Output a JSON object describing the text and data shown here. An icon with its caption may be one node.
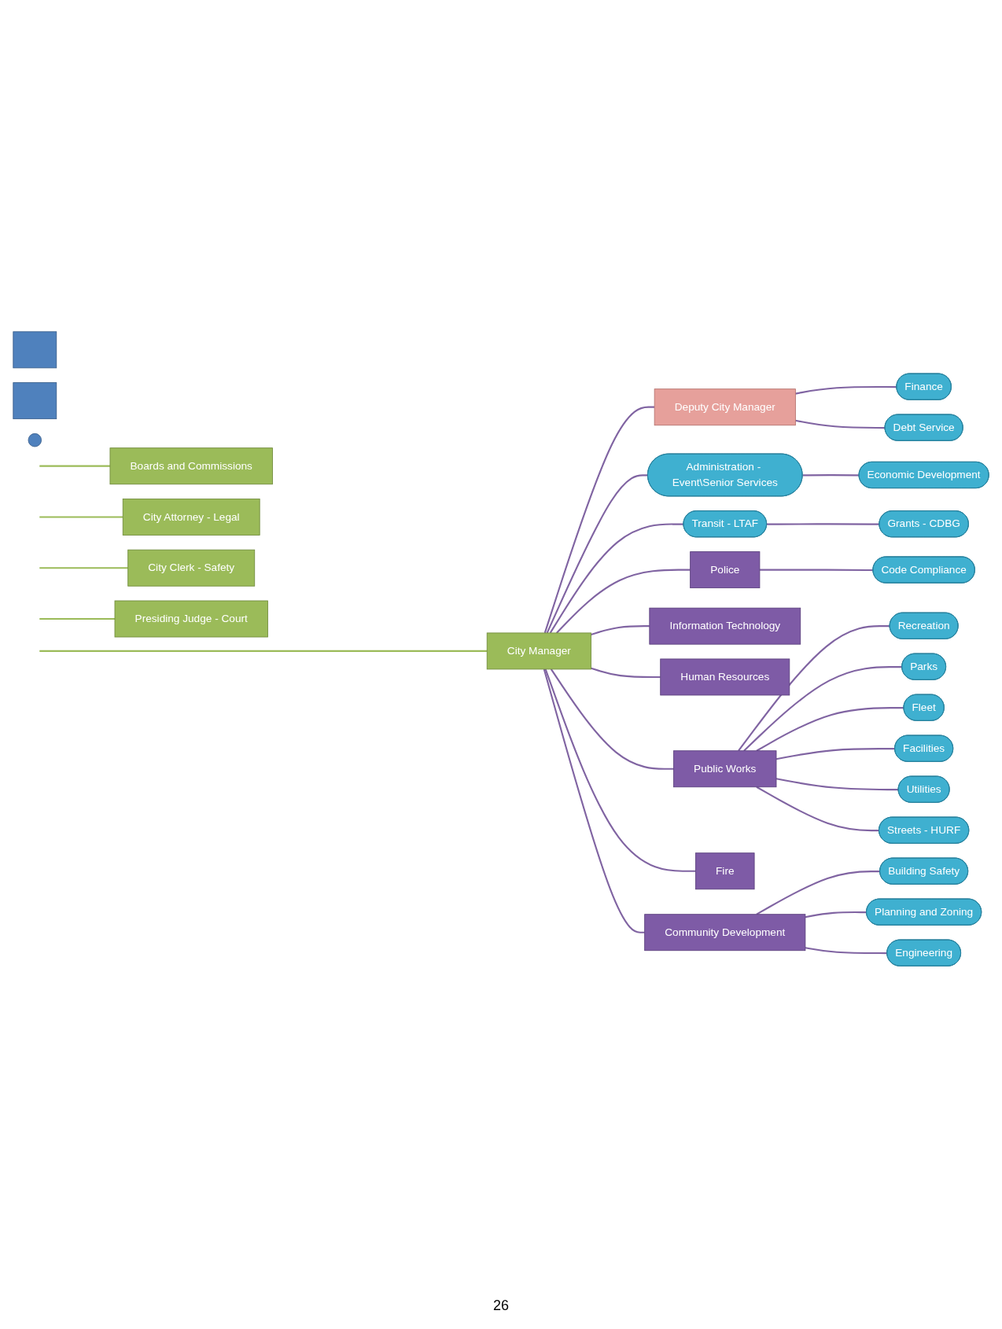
{
  "diagram": {
    "nodes": [
      {
        "text": [],
        "shape": "box"
      },
      {
        "text": [],
        "shape": "box"
      },
      {
        "text": [],
        "shape": "circle"
      },
      {
        "text": [
          "Boards and Commissions"
        ]
      },
      {
        "text": [
          "City Manager"
        ]
      },
      {
        "text": [
          "City Attorney - Legal"
        ]
      },
      {
        "text": [
          "City Clerk - Safety"
        ]
      },
      {
        "text": [
          "Presiding Judge - Court"
        ]
      },
      {
        "text": [
          "Deputy City Manager"
        ]
      },
      {
        "text": [
          "Finance"
        ]
      },
      {
        "text": [
          "Debt Service"
        ]
      },
      {
        "text": [
          "Administration - Event\\Senior Services"
        ]
      },
      {
        "text": [
          "Economic Development"
        ]
      },
      {
        "text": [
          "Transit - LTAF"
        ]
      },
      {
        "text": [
          "Grants - CDBG"
        ]
      },
      {
        "text": [
          "Police"
        ]
      },
      {
        "text": [
          "Code Compliance"
        ]
      },
      {
        "text": [
          "Information Technology"
        ]
      },
      {
        "text": [
          "Human Resources"
        ]
      },
      {
        "text": [
          "Public Works"
        ]
      },
      {
        "text": [
          "Recreation"
        ]
      },
      {
        "text": [
          "Parks"
        ]
      },
      {
        "text": [
          "Fleet"
        ]
      },
      {
        "text": [
          "Facilities"
        ]
      },
      {
        "text": [
          "Utilities"
        ]
      },
      {
        "text": [
          "Streets - HURF"
        ]
      },
      {
        "text": [
          "Fire"
        ]
      },
      {
        "text": [
          "Community Development"
        ]
      },
      {
        "text": [
          "Building Safety"
        ]
      },
      {
        "text": [
          "Planning and Zoning"
        ]
      },
      {
        "text": [
          "Engineering"
        ]
      }
    ],
    "edges": [
      {
        "from": null,
        "to": 3,
        "arrow": "none",
        "color": "#9bbb59"
      },
      {
        "from": null,
        "to": 4,
        "arrow": "none",
        "color": "#9bbb59"
      },
      {
        "from": null,
        "to": 5,
        "arrow": "none",
        "color": "#9bbb59"
      },
      {
        "from": null,
        "to": 6,
        "arrow": "none",
        "color": "#9bbb59"
      },
      {
        "from": null,
        "to": 7,
        "arrow": "none",
        "color": "#9bbb59"
      },
      {
        "from": 4,
        "to": 8,
        "arrow": "none"
      },
      {
        "from": 8,
        "to": 9,
        "arrow": "none"
      },
      {
        "from": 8,
        "to": 10,
        "arrow": "none"
      },
      {
        "from": 4,
        "to": 11,
        "arrow": "none"
      },
      {
        "from": 11,
        "to": 12,
        "arrow": "none"
      },
      {
        "from": 4,
        "to": 13,
        "arrow": "none"
      },
      {
        "from": 13,
        "to": 14,
        "arrow": "none"
      },
      {
        "from": 4,
        "to": 15,
        "arrow": "none"
      },
      {
        "from": 15,
        "to": 16,
        "arrow": "none"
      },
      {
        "from": 4,
        "to": 17,
        "arrow": "none"
      },
      {
        "from": 4,
        "to": 18,
        "arrow": "none"
      },
      {
        "from": 4,
        "to": 19,
        "arrow": "none"
      },
      {
        "from": 19,
        "to": 20,
        "arrow": "none"
      },
      {
        "from": 19,
        "to": 21,
        "arrow": "none"
      },
      {
        "from": 19,
        "to": 22,
        "arrow": "none"
      },
      {
        "from": 19,
        "to": 23,
        "arrow": "none"
      },
      {
        "from": 19,
        "to": 24,
        "arrow": "none"
      },
      {
        "from": 19,
        "to": 25,
        "arrow": "none"
      },
      {
        "from": 4,
        "to": 26,
        "arrow": "none"
      },
      {
        "from": 4,
        "to": 27,
        "arrow": "none"
      },
      {
        "from": 27,
        "to": 28,
        "arrow": "none"
      },
      {
        "from": 27,
        "to": 29,
        "arrow": "none"
      },
      {
        "from": 27,
        "to": 30,
        "arrow": "none"
      }
    ],
    "labels": [
      "26"
    ]
  }
}
